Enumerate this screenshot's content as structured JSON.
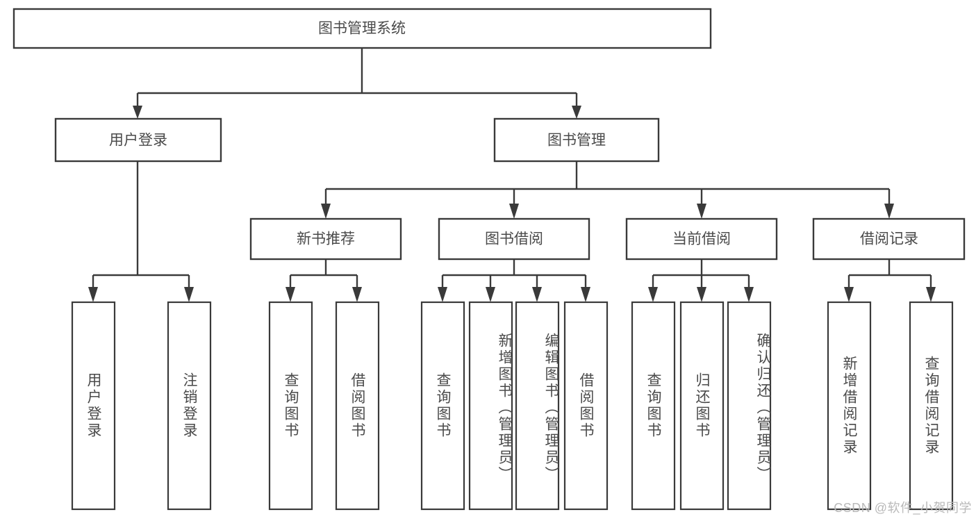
{
  "diagram": {
    "title": "图书管理系统",
    "type": "tree-hierarchy-chart",
    "root": {
      "label": "图书管理系统"
    },
    "level2": [
      {
        "label": "用户登录"
      },
      {
        "label": "图书管理"
      }
    ],
    "level3": [
      {
        "label": "新书推荐"
      },
      {
        "label": "图书借阅"
      },
      {
        "label": "当前借阅"
      },
      {
        "label": "借阅记录"
      }
    ],
    "leaves": {
      "user_login": [
        {
          "label": "用户登录"
        },
        {
          "label": "注销登录"
        }
      ],
      "new_book_recommend": [
        {
          "label": "查询图书"
        },
        {
          "label": "借阅图书"
        }
      ],
      "book_borrow": [
        {
          "label": "查询图书"
        },
        {
          "label": "新增图书（管理员）"
        },
        {
          "label": "编辑图书（管理员）"
        },
        {
          "label": "借阅图书"
        }
      ],
      "current_borrow": [
        {
          "label": "查询图书"
        },
        {
          "label": "归还图书"
        },
        {
          "label": "确认归还（管理员）"
        }
      ],
      "borrow_record": [
        {
          "label": "新增借阅记录"
        },
        {
          "label": "查询借阅记录"
        }
      ]
    },
    "colors": {
      "stroke": "#3a3a3a",
      "box_fill": "#ffffff",
      "text": "#4a4a4a",
      "background": "#ffffff",
      "watermark": "#b9b9b9"
    }
  },
  "watermark": {
    "text": "CSDN @软件_小贺同学"
  }
}
